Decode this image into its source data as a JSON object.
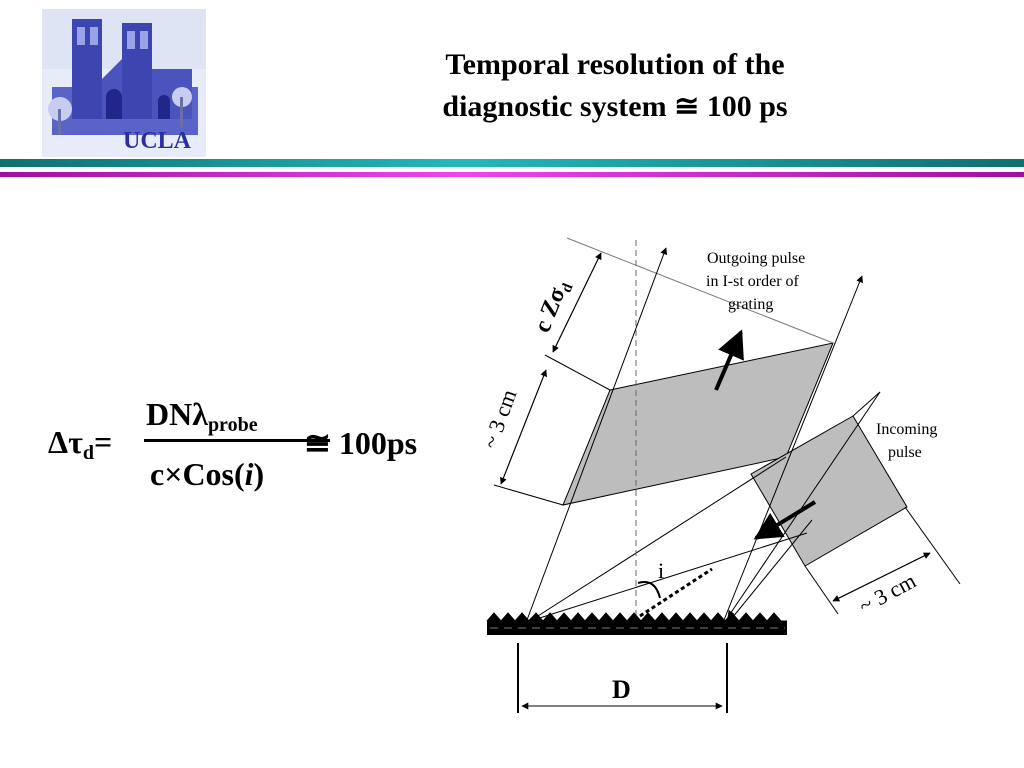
{
  "header": {
    "logo_text": "UCLA",
    "title_line1": "Temporal resolution of the",
    "title_line2": "diagnostic system ≅ 100 ps"
  },
  "formula": {
    "lhs_symbol": "Δτ",
    "lhs_subscript": "d",
    "lhs_equals": "=",
    "numerator": "DNλ",
    "numerator_subscript": "probe",
    "denominator_prefix": "c×Cos(",
    "denominator_var": "i",
    "denominator_suffix": ")",
    "result": "≅ 100ps"
  },
  "diagram": {
    "outgoing_label": [
      "Outgoing pulse",
      "in I-st order of",
      "grating"
    ],
    "incoming_label": [
      "Incoming",
      "pulse"
    ],
    "width_label_left": "~ 3 cm",
    "width_label_right": "~ 3 cm",
    "delay_label": "c Zσ",
    "delay_subscript": "d",
    "angle_label": "i",
    "grating_width_label": "D"
  },
  "colors": {
    "teal_rule": "#1a9a9a",
    "magenta_rule": "#cc22cc",
    "pulse_fill": "#bdbdbd",
    "logo_blue": "#2a2ea0"
  }
}
